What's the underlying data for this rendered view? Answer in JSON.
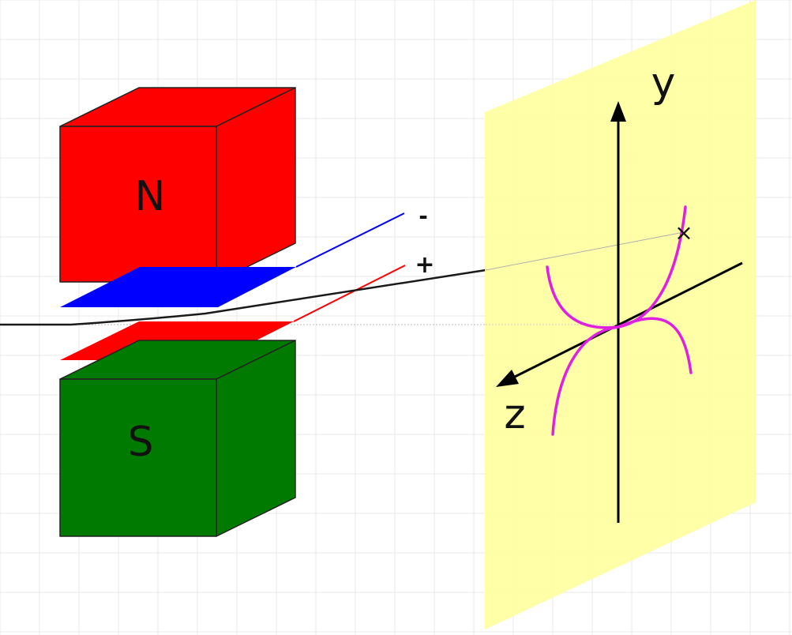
{
  "magnets": {
    "north_label": "N",
    "south_label": "S",
    "north_color": "#ff0000",
    "south_color": "#007a00"
  },
  "plates": {
    "upper_color": "#0000ff",
    "lower_color": "#ff0000",
    "negative_label": "-",
    "positive_label": "+"
  },
  "screen": {
    "color": "#ffff99",
    "y_axis_label": "y",
    "z_axis_label": "z",
    "curve_color": "#e020e0",
    "impact_marker": "×"
  },
  "grid_color": "#e8e8e8"
}
